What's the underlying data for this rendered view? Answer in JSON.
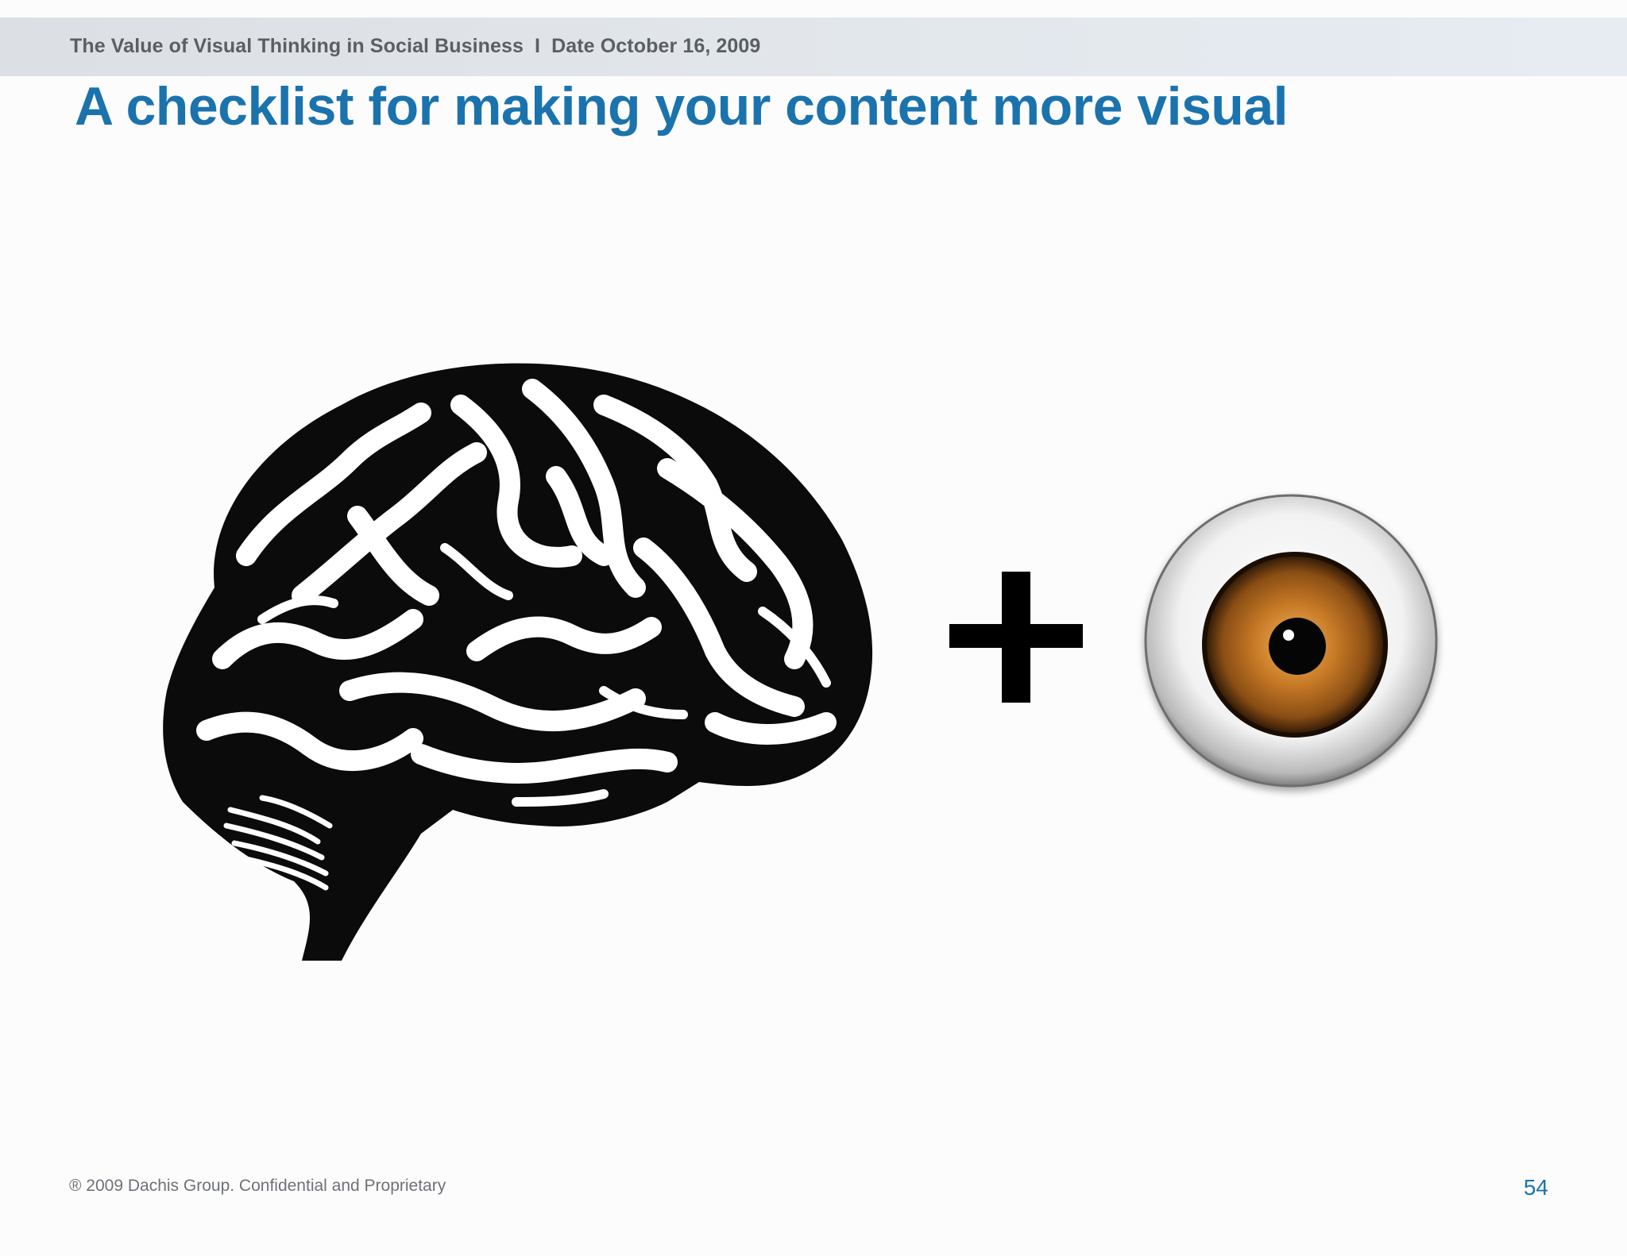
{
  "header": {
    "deck_title": "The Value of Visual Thinking in Social Business",
    "separator": "I",
    "date": "Date October 16, 2009"
  },
  "slide": {
    "title": "A checklist for making your content more visual"
  },
  "illustration": {
    "left_icon": "brain-icon",
    "operator": "plus-icon",
    "right_icon": "eye-icon",
    "iris_color": "#8a4e14",
    "operator_color": "#000000"
  },
  "footer": {
    "copyright": "® 2009 Dachis Group. Confidential and Proprietary",
    "page_number": "54"
  },
  "colors": {
    "title": "#1a73ad",
    "header_band": "#e3e8ed",
    "header_text": "#5a5f66"
  }
}
